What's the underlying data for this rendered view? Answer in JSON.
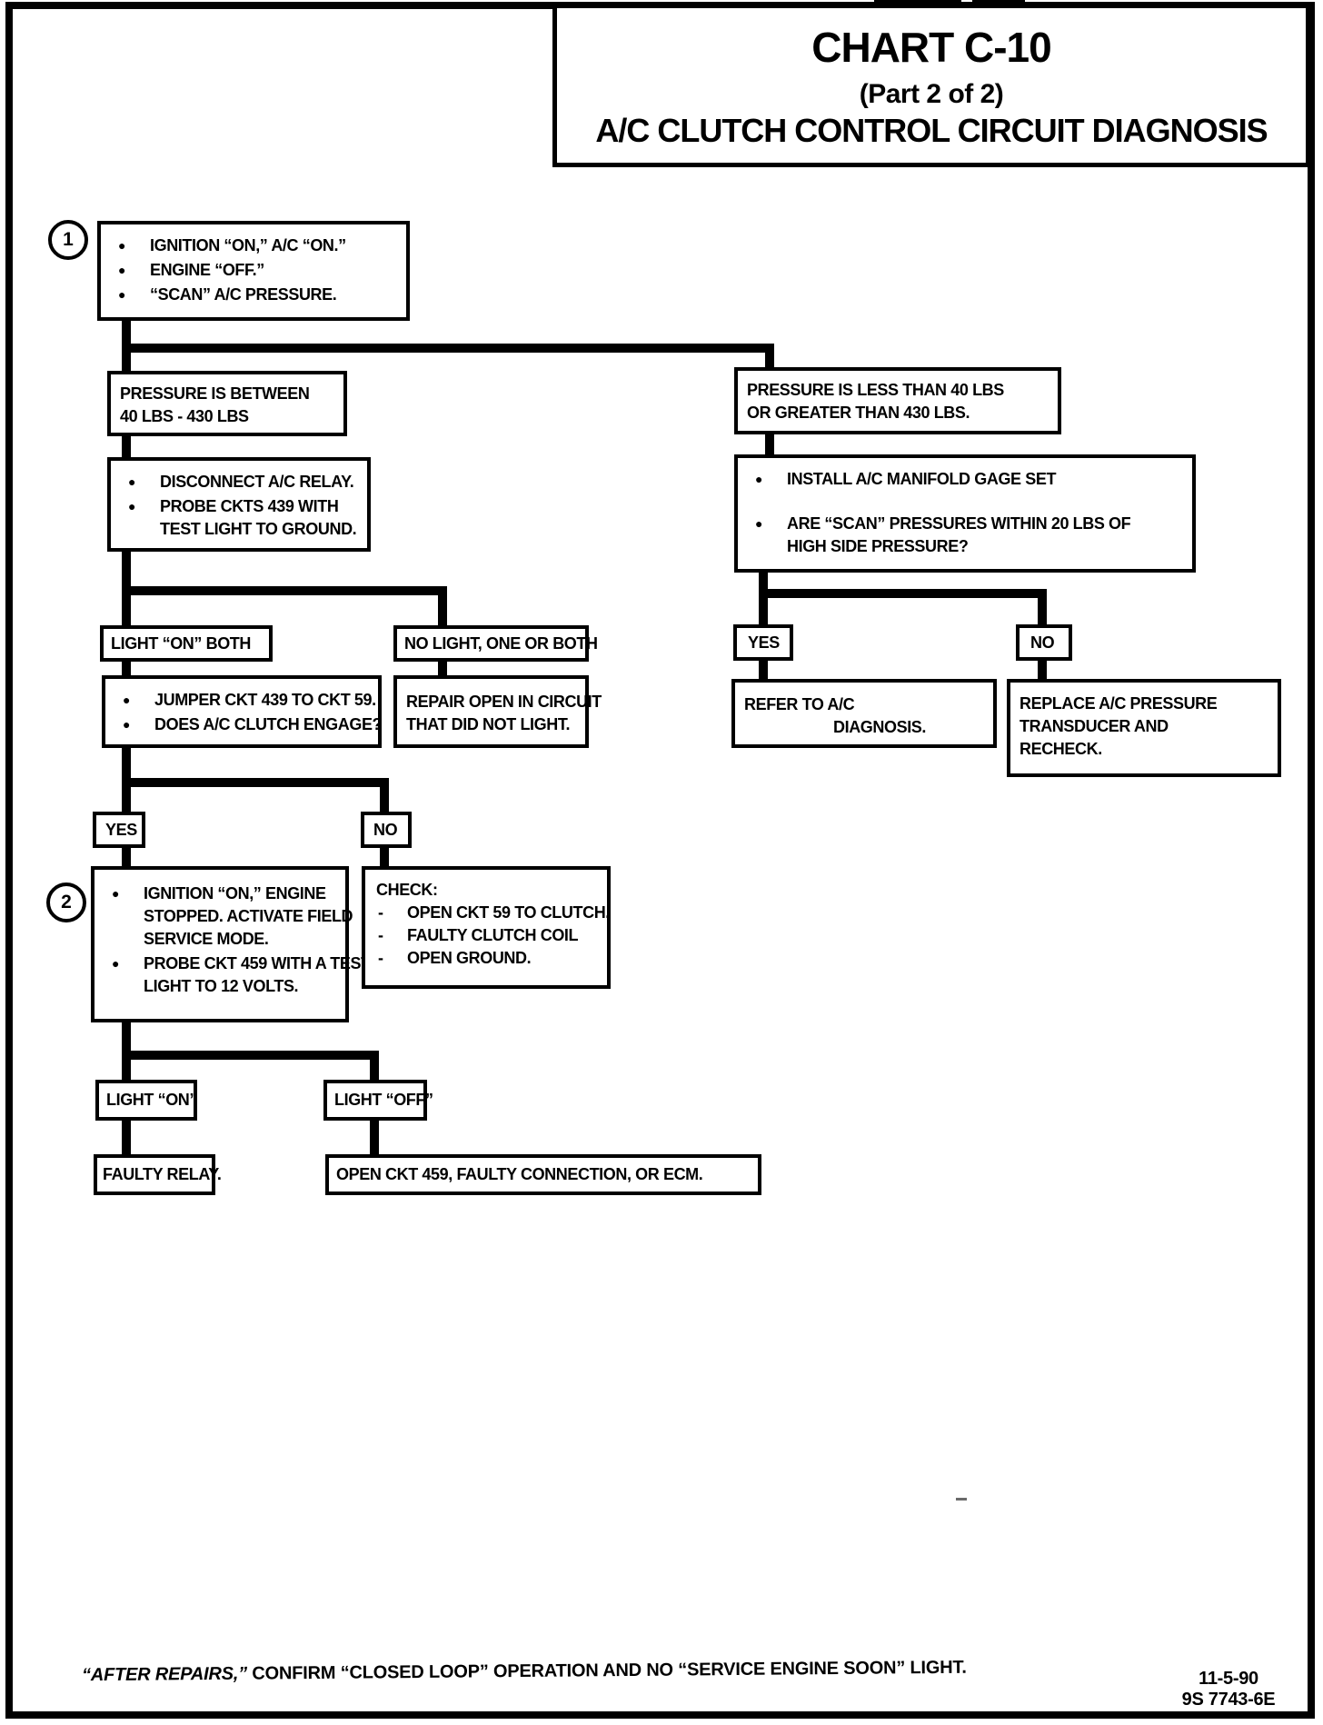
{
  "page": {
    "title": {
      "chart": "CHART C-10",
      "part": "(Part 2 of 2)",
      "subtitle": "A/C CLUTCH CONTROL CIRCUIT DIAGNOSIS"
    },
    "markers": {
      "step1": "1",
      "step2": "2"
    },
    "footer": {
      "note_italic": "“AFTER REPAIRS,”",
      "note_rest": " CONFIRM “CLOSED LOOP” OPERATION AND NO “SERVICE ENGINE SOON” LIGHT.",
      "date": "11-5-90",
      "doc_code": "9S 7743-6E"
    },
    "colors": {
      "ink": "#000000",
      "paper": "#ffffff"
    }
  },
  "nodes": {
    "start": {
      "bullets": [
        [
          "IGNITION “ON,” A/C “ON.”"
        ],
        [
          "ENGINE “OFF.”"
        ],
        [
          "“SCAN” A/C PRESSURE."
        ]
      ]
    },
    "pressure_in_range": {
      "lines": [
        "PRESSURE IS BETWEEN",
        "40 LBS - 430 LBS"
      ]
    },
    "pressure_out_of_range": {
      "lines": [
        "PRESSURE IS LESS THAN 40 LBS",
        "OR GREATER THAN 430 LBS."
      ]
    },
    "disconnect_relay": {
      "bullets": [
        [
          "DISCONNECT A/C RELAY."
        ],
        [
          "PROBE CKTS 439 WITH",
          "TEST LIGHT TO GROUND."
        ]
      ]
    },
    "install_gage": {
      "bullets": [
        [
          "INSTALL A/C MANIFOLD GAGE SET"
        ],
        [
          "ARE “SCAN” PRESSURES WITHIN 20 LBS OF",
          "HIGH SIDE PRESSURE?"
        ]
      ]
    },
    "light_on_both": {
      "label": "LIGHT “ON” BOTH"
    },
    "no_light": {
      "label": "NO LIGHT, ONE OR BOTH"
    },
    "jumper": {
      "bullets": [
        [
          "JUMPER CKT 439 TO CKT 59."
        ],
        [
          "DOES A/C CLUTCH ENGAGE?"
        ]
      ]
    },
    "repair_open": {
      "lines": [
        "REPAIR OPEN IN CIRCUIT",
        "THAT DID NOT LIGHT."
      ]
    },
    "yes_right": {
      "label": "YES"
    },
    "no_right": {
      "label": "NO"
    },
    "refer_ac": {
      "lines": [
        "REFER TO A/C",
        "DIAGNOSIS."
      ]
    },
    "replace_transducer": {
      "lines": [
        "REPLACE A/C PRESSURE",
        "TRANSDUCER AND",
        "RECHECK."
      ]
    },
    "yes_left": {
      "label": "YES"
    },
    "no_left": {
      "label": "NO"
    },
    "field_service": {
      "bullets": [
        [
          "IGNITION “ON,” ENGINE",
          "STOPPED.  ACTIVATE FIELD",
          "SERVICE MODE."
        ],
        [
          "PROBE CKT 459 WITH A TEST",
          "LIGHT TO 12 VOLTS."
        ]
      ]
    },
    "check": {
      "header": "CHECK:",
      "items": [
        "OPEN CKT 59 TO CLUTCH.",
        "FAULTY CLUTCH COIL",
        "OPEN GROUND."
      ]
    },
    "light_on": {
      "label": "LIGHT “ON”"
    },
    "light_off": {
      "label": "LIGHT “OFF”"
    },
    "faulty_relay": {
      "label": "FAULTY RELAY."
    },
    "open_ckt": {
      "label": "OPEN CKT 459, FAULTY CONNECTION, OR ECM."
    }
  }
}
